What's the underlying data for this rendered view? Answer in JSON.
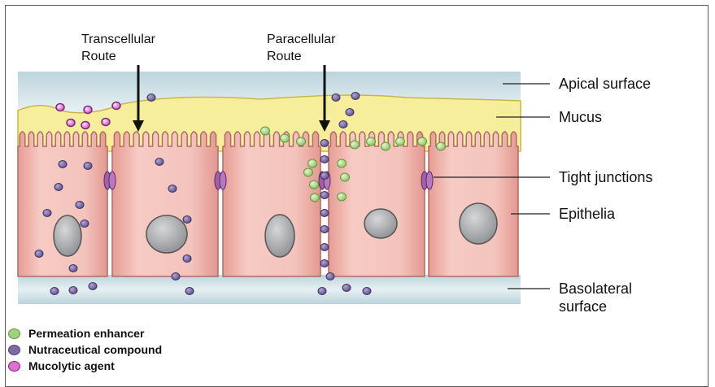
{
  "routes": {
    "transcellular": [
      "Transcellular",
      "Route"
    ],
    "paracellular": [
      "Paracellular",
      "Route"
    ]
  },
  "labels": {
    "apical": "Apical surface",
    "mucus": "Mucus",
    "tight_junctions": "Tight junctions",
    "epithelia": "Epithelia",
    "basolateral": [
      "Basolateral",
      "surface"
    ]
  },
  "legend": [
    {
      "label": "Permeation enhancer",
      "color": "#9fd27a",
      "stroke": "#5f9a3a"
    },
    {
      "label": "Nutraceutical compound",
      "color": "#7b6aa6",
      "stroke": "#4e4178"
    },
    {
      "label": "Mucolytic agent",
      "color": "#e06fd0",
      "stroke": "#7a2a78"
    }
  ],
  "colors": {
    "apical_band": "#cfe0e6",
    "mucus": "#f7ee9c",
    "cell": "#efb8b0",
    "nucleus": "#a7a8ab",
    "junction": "#a060a8"
  }
}
